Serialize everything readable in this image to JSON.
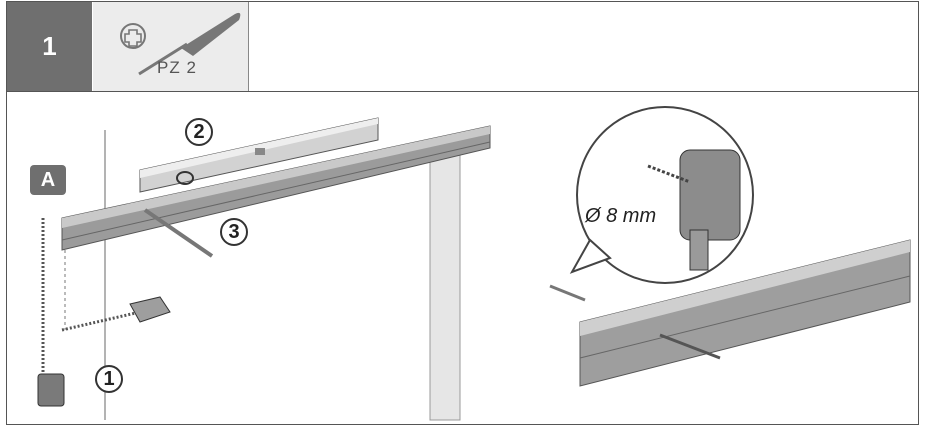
{
  "step": {
    "number": "1"
  },
  "tool": {
    "icon": "phillips-screwdriver-icon",
    "label": "PZ 2"
  },
  "callouts": {
    "one": "1",
    "two": "2",
    "three": "3",
    "label_a": "A"
  },
  "drill": {
    "diameter": "Ø 8 mm"
  }
}
